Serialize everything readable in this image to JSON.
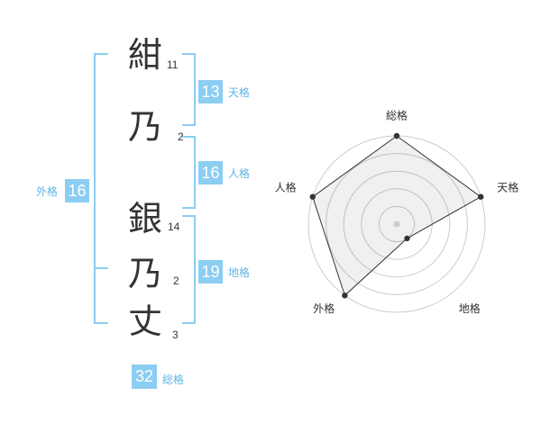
{
  "name": {
    "characters": [
      {
        "char": "紺",
        "strokes": "11"
      },
      {
        "char": "乃",
        "strokes": "2"
      },
      {
        "char": "銀",
        "strokes": "14"
      },
      {
        "char": "乃",
        "strokes": "2"
      },
      {
        "char": "丈",
        "strokes": "3"
      }
    ]
  },
  "kaku": {
    "tenkaku": {
      "label": "天格",
      "value": "13"
    },
    "jinkaku": {
      "label": "人格",
      "value": "16"
    },
    "chikaku": {
      "label": "地格",
      "value": "19"
    },
    "gaikaku": {
      "label": "外格",
      "value": "16"
    },
    "soukaku": {
      "label": "総格",
      "value": "32"
    }
  },
  "colors": {
    "accent": "#8ccdf2",
    "label": "#5fb4e8",
    "text": "#333333",
    "radar_line": "#333333",
    "radar_grid": "#cccccc",
    "radar_center": "#cccccc"
  },
  "chart_data": {
    "type": "radar",
    "axes": [
      "総格",
      "天格",
      "地格",
      "外格",
      "人格"
    ],
    "values": [
      5,
      5,
      1,
      5,
      5
    ],
    "range": [
      0,
      5
    ],
    "grid": true
  }
}
